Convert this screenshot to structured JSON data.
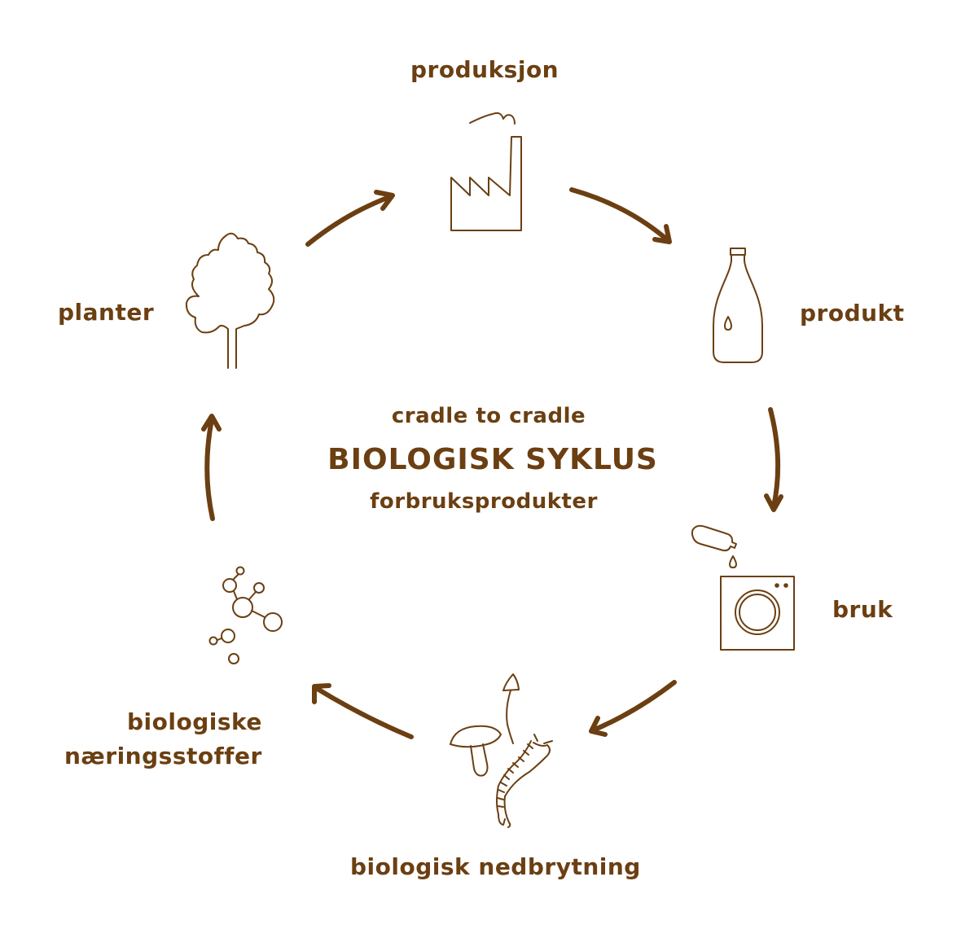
{
  "center": {
    "subtitle_top": "cradle to cradle",
    "title": "BIOLOGISK SYKLUS",
    "subtitle_bottom": "forbruksprodukter"
  },
  "stages": {
    "production": "produksjon",
    "product": "produkt",
    "use": "bruk",
    "decomposition": "biologisk nedbrytning",
    "nutrients_line1": "biologiske",
    "nutrients_line2": "næringsstoffer",
    "plants": "planter"
  },
  "icons": {
    "production": "factory-icon",
    "product": "bottle-icon",
    "use": "washing-machine-icon",
    "decomposition": "mushroom-worm-icon",
    "nutrients": "molecule-icon",
    "plants": "tree-icon"
  },
  "colors": {
    "accent": "#6b3f12",
    "background": "#ffffff"
  }
}
